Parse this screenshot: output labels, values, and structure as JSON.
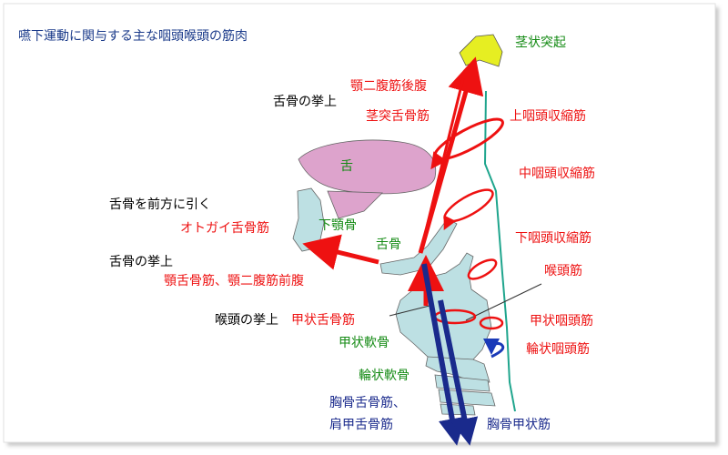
{
  "title": "嚥下運動に関与する主な咽頭喉頭の筋肉",
  "labels": {
    "styloid": "茎状突起",
    "post_digastric": "顎二腹筋後腹",
    "hyoid_raise_1": "舌骨の挙上",
    "stylohyoid": "茎突舌骨筋",
    "sup_constrictor": "上咽頭収縮筋",
    "tongue": "舌",
    "mid_constrictor": "中咽頭収縮筋",
    "hyoid_forward": "舌骨を前方に引く",
    "geniohyoid": "オトガイ舌骨筋",
    "mandible": "下顎骨",
    "hyoid_bone": "舌骨",
    "inf_constrictor": "下咽頭収縮筋",
    "hyoid_raise_2": "舌骨の挙上",
    "larynx_muscle": "喉頭筋",
    "mylohyoid_ant_digastric": "顎舌骨筋、顎二腹筋前腹",
    "larynx_raise": "喉頭の挙上",
    "thyrohyoid": "甲状舌骨筋",
    "thyropharyngeus": "甲状咽頭筋",
    "thyroid_cartilage": "甲状軟骨",
    "cricopharyngeus": "輪状咽頭筋",
    "cricoid_cartilage": "輪状軟骨",
    "sternohyoid_omohyoid_1": "胸骨舌骨筋、",
    "sternohyoid_omohyoid_2": "肩甲舌骨筋",
    "sternothyroid": "胸骨甲状筋"
  },
  "colors": {
    "title": "#1a3a8a",
    "muscle_red": "#ee1111",
    "structure_green": "#138a13",
    "depressor_navy": "#1a2a8c",
    "tongue_fill": "#dda3cc",
    "cartilage_fill": "#bde0e3",
    "styloid_fill": "#e6ee22",
    "pharynx_line": "#1fa58d",
    "cricopharyngeus_arrow": "#1a3ab8"
  }
}
